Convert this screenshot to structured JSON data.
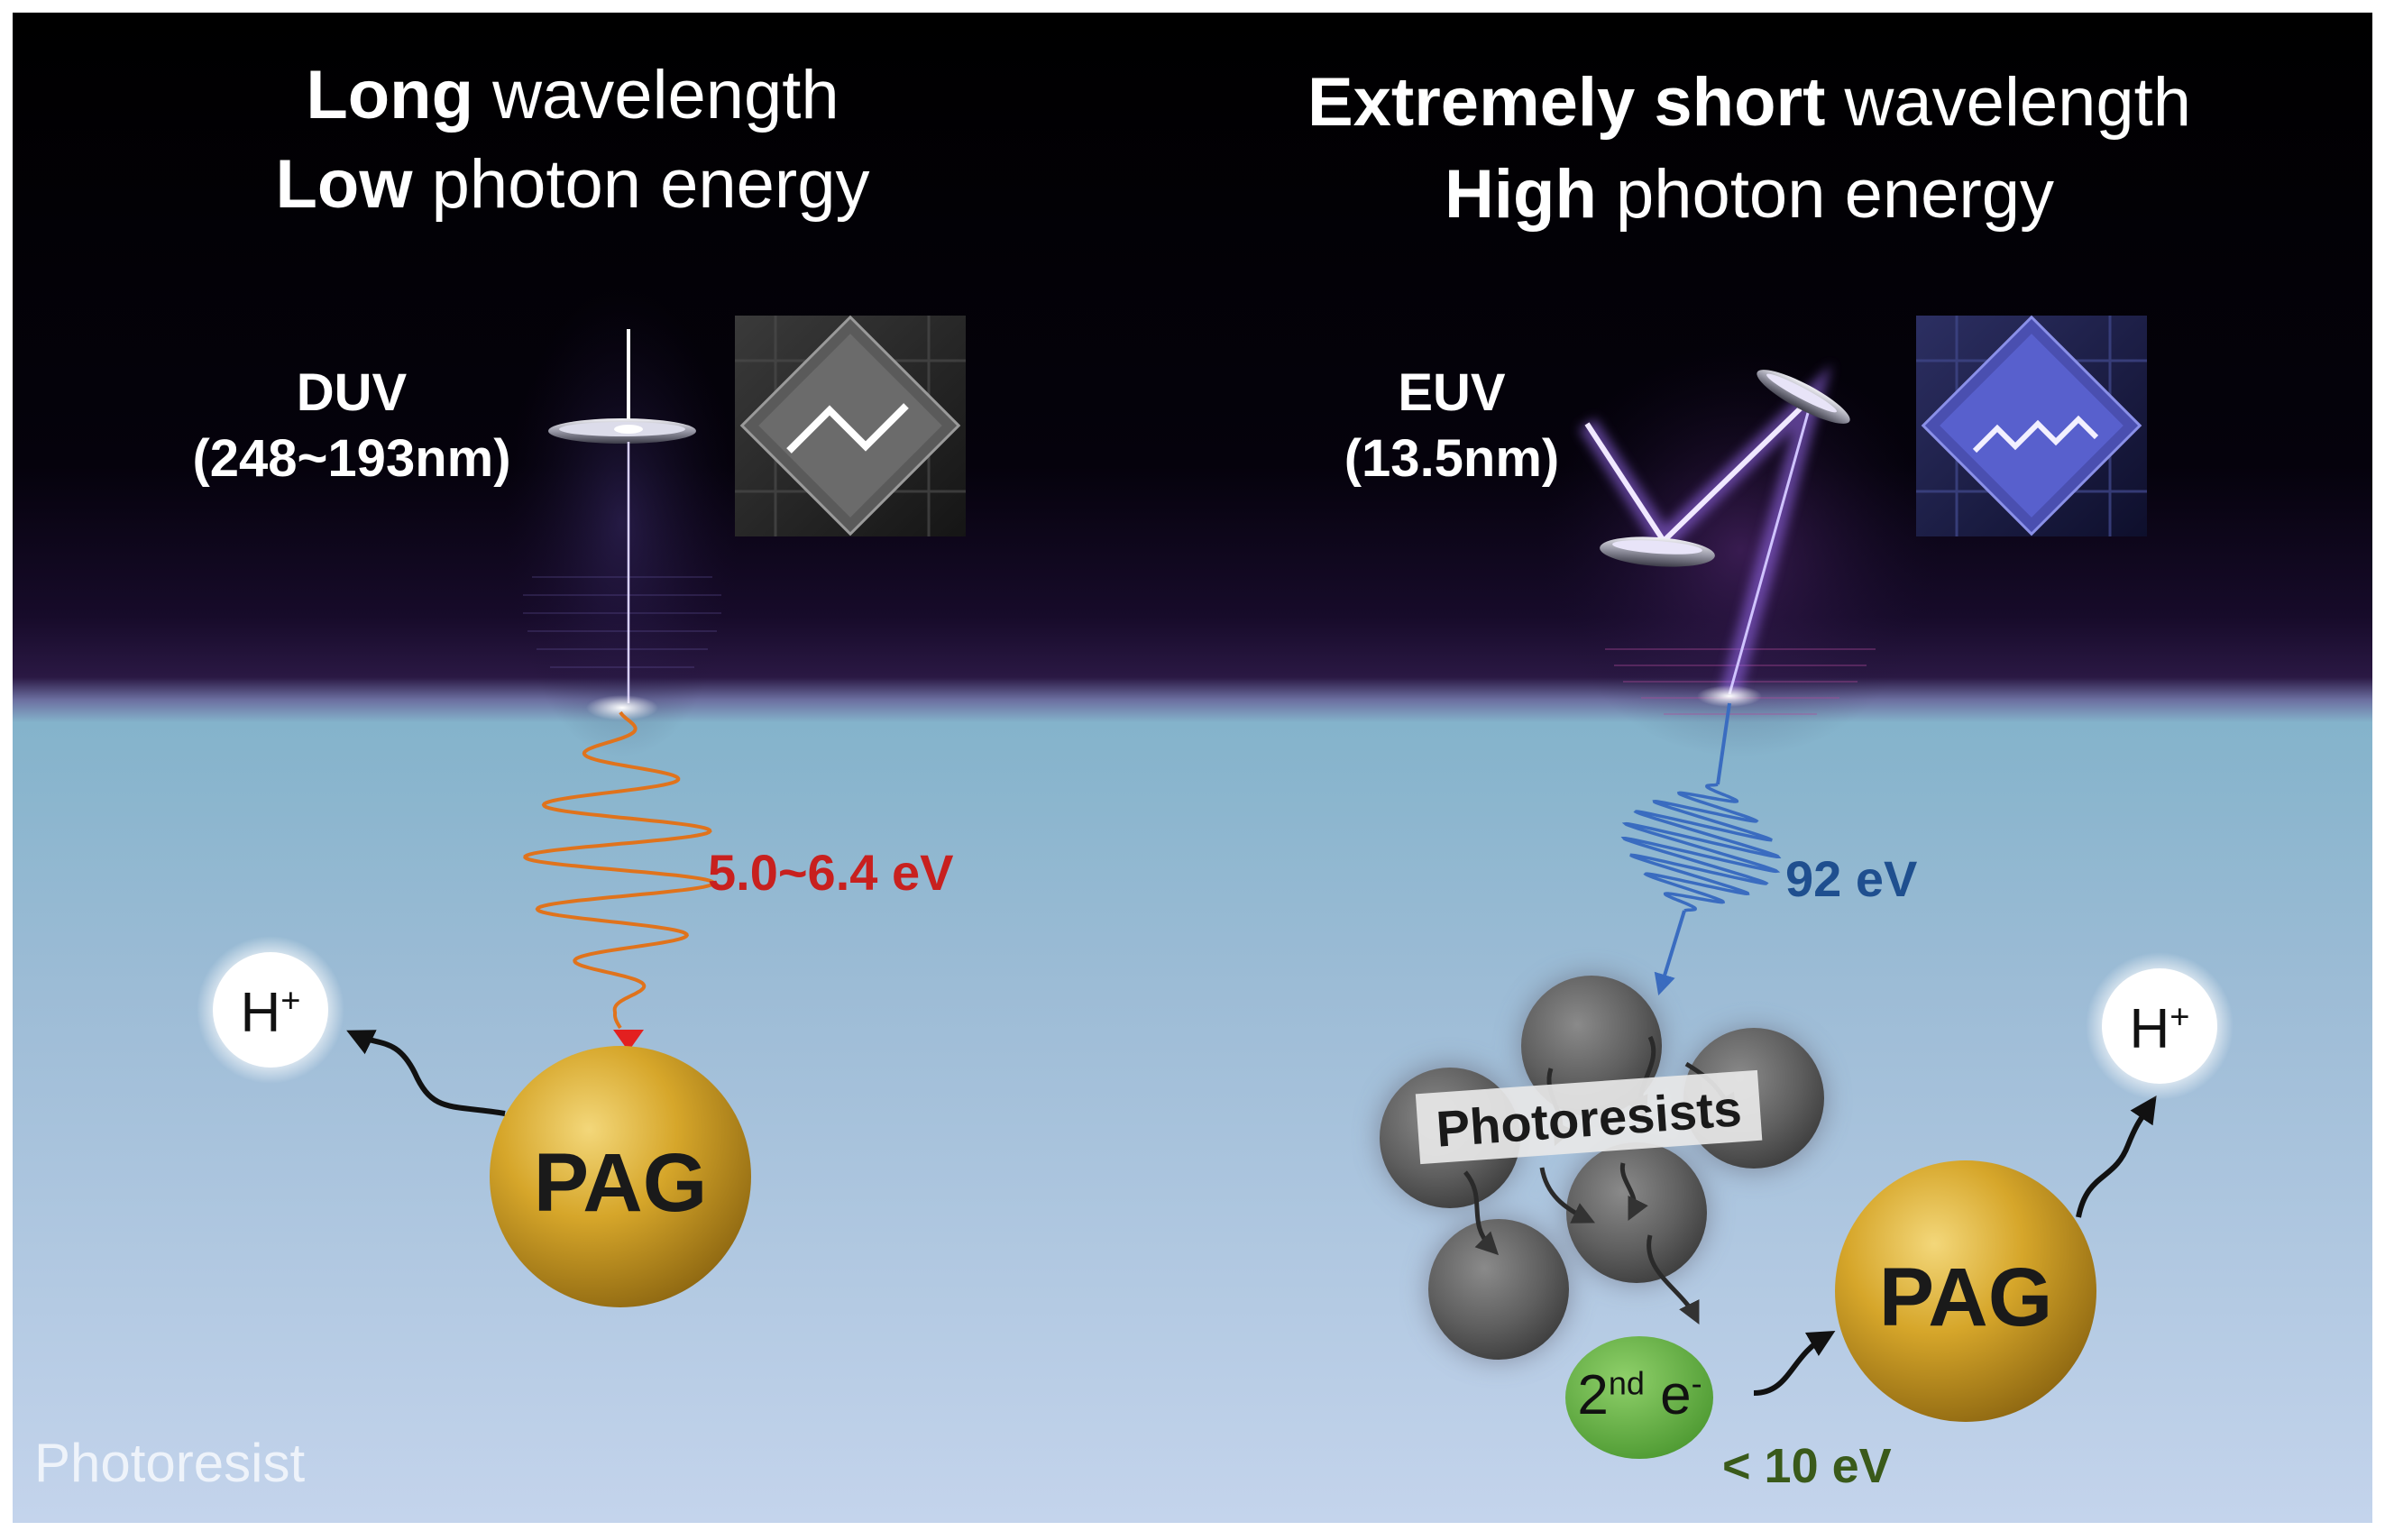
{
  "left": {
    "title_bold_1": "Long",
    "title_rest_1": "wavelength",
    "title_bold_2": "Low",
    "title_rest_2": "photon energy",
    "source_name": "DUV",
    "source_range": "(248~193nm)",
    "photon_energy": "5.0~6.4 eV",
    "molecule": "PAG",
    "product": "H",
    "product_charge": "+"
  },
  "right": {
    "title_bold_1": "Extremely short",
    "title_rest_1": "wavelength",
    "title_bold_2": "High",
    "title_rest_2": "photon energy",
    "source_name": "EUV",
    "source_range": "(13.5nm)",
    "photon_energy": "92 eV",
    "cluster_label": "Photoresists",
    "electron_base": "2",
    "electron_ordinal": "nd",
    "electron_symbol": "e",
    "electron_charge": "-",
    "electron_energy": "< 10 eV",
    "molecule": "PAG",
    "product": "H",
    "product_charge": "+"
  },
  "layer_label": "Photoresist",
  "colors": {
    "sky_top": "#000000",
    "sky_mid": "#2a1240",
    "resist_top": "#84b3cb",
    "resist_bottom": "#c4d4ec",
    "duv_energy": "#c8201e",
    "euv_energy": "#1f4f8f",
    "electron_energy": "#3a5a1a",
    "pag_gold": "#c99a1c",
    "electron_green": "#6ab04c",
    "duv_wave": "#e0731c",
    "euv_wave": "#3a6cc0"
  },
  "icons": [
    "duv-mirror-icon",
    "duv-chip-icon",
    "euv-mirror-icon",
    "euv-chip-icon"
  ]
}
